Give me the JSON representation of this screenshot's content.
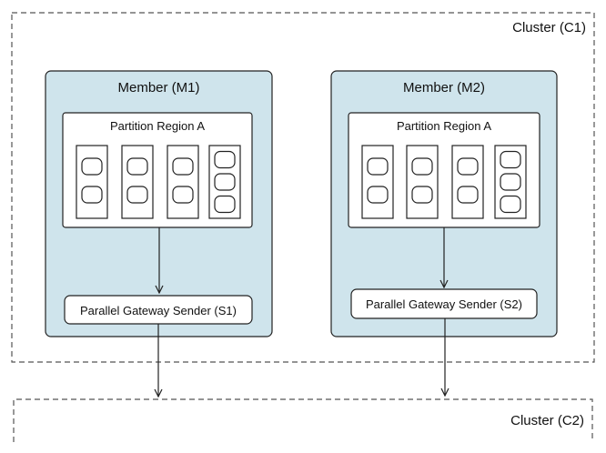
{
  "clusters": {
    "c1": {
      "label": "Cluster (C1)"
    },
    "c2": {
      "label": "Cluster (C2)"
    }
  },
  "members": [
    {
      "title": "Member (M1)",
      "region": {
        "label": "Partition Region A",
        "buckets": [
          2,
          2,
          2,
          3
        ]
      },
      "sender": {
        "label": "Parallel Gateway Sender (S1)"
      }
    },
    {
      "title": "Member (M2)",
      "region": {
        "label": "Partition Region A",
        "buckets": [
          2,
          2,
          2,
          3
        ]
      },
      "sender": {
        "label": "Parallel Gateway Sender (S2)"
      }
    }
  ],
  "colors": {
    "member_fill": "#cfe4ec",
    "box_fill": "#ffffff",
    "stroke": "#222222",
    "dash": "#555555"
  }
}
